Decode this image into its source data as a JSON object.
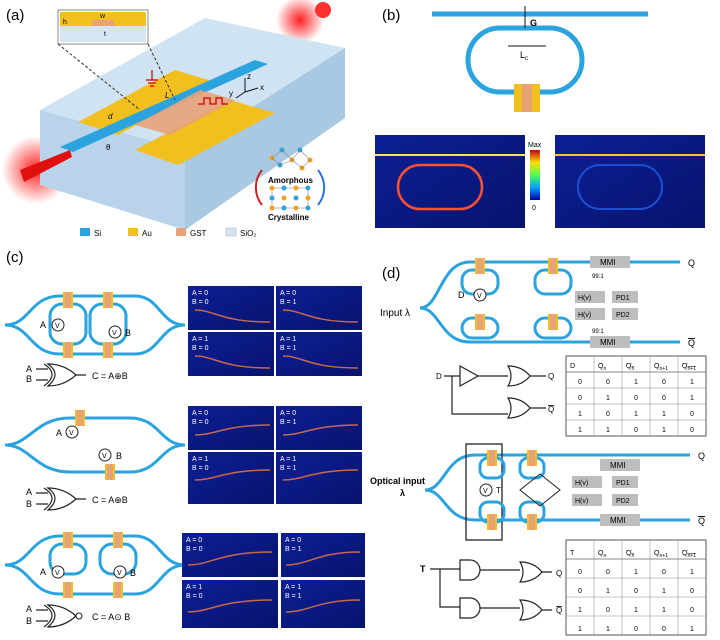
{
  "panels": {
    "a": {
      "label": "(a)",
      "dims": {
        "h": "h",
        "w": "w",
        "t": "t",
        "d": "d",
        "L": "L",
        "theta": "θ"
      },
      "axes": {
        "y": "y",
        "z": "z",
        "x": "x"
      },
      "phases": {
        "amorphous": "Amorphous",
        "crystalline": "Crystalline"
      },
      "legend": [
        {
          "name": "Si",
          "color": "#2aa3df"
        },
        {
          "name": "Au",
          "color": "#f2c01e"
        },
        {
          "name": "GST",
          "color": "#e8a27a"
        },
        {
          "name": "SiO₂",
          "color": "#d5e6f2"
        }
      ]
    },
    "b": {
      "label": "(b)",
      "gap": "G",
      "lc": "L",
      "lc_sub": "c",
      "colorbar": {
        "max": "Max",
        "min": "0"
      }
    },
    "c": {
      "label": "(c)",
      "rows": [
        {
          "a": "A",
          "b": "B",
          "v": "V",
          "eq": "C = A⊕B",
          "sims": [
            [
              "A = 0",
              "B = 0"
            ],
            [
              "A = 0",
              "B = 1"
            ],
            [
              "A = 1",
              "B = 0"
            ],
            [
              "A = 1",
              "B = 1"
            ]
          ]
        },
        {
          "a": "A",
          "b": "B",
          "v": "V",
          "eq": "C = A⊕B",
          "sims": [
            [
              "A = 0",
              "B = 0"
            ],
            [
              "A = 0",
              "B = 1"
            ],
            [
              "A = 1",
              "B = 0"
            ],
            [
              "A = 1",
              "B = 1"
            ]
          ]
        },
        {
          "a": "A",
          "b": "B",
          "v": "V",
          "eq": "C = A⊙ B",
          "sims": [
            [
              "A = 0",
              "B = 0"
            ],
            [
              "A = 0",
              "B = 1"
            ],
            [
              "A = 1",
              "B = 0"
            ],
            [
              "A = 1",
              "B = 1"
            ]
          ]
        }
      ]
    },
    "d": {
      "label": "(d)",
      "dff": {
        "input": "Input λ",
        "d": "D",
        "v": "V",
        "mmi": "MMI",
        "ratio": "99:1",
        "hv": "H(v)",
        "pd1": "PD1",
        "pd2": "PD2",
        "q": "Q",
        "qbar": "Q"
      },
      "dff_logic": {
        "d": "D",
        "q": "Q",
        "qbar": "Q"
      },
      "dff_table": {
        "headers": [
          "D",
          "Q",
          "Q",
          "Q",
          "Q"
        ],
        "subs": [
          "",
          "n",
          "n",
          "n+1",
          "n+1"
        ],
        "bars": [
          false,
          false,
          true,
          false,
          true
        ],
        "rows": [
          [
            "0",
            "0",
            "1",
            "0",
            "1"
          ],
          [
            "0",
            "1",
            "0",
            "0",
            "1"
          ],
          [
            "1",
            "0",
            "1",
            "1",
            "0"
          ],
          [
            "1",
            "1",
            "0",
            "1",
            "0"
          ]
        ]
      },
      "tff": {
        "input": "Optical input",
        "lambda": "λ",
        "t": "T",
        "v": "V",
        "mmi": "MMI",
        "hv": "H(v)",
        "pd1": "PD1",
        "pd2": "PD2",
        "q": "Q",
        "qbar": "Q"
      },
      "tff_logic": {
        "t": "T",
        "q": "Q",
        "qbar": "Q"
      },
      "tff_table": {
        "headers": [
          "T",
          "Q",
          "Q",
          "Q",
          "Q"
        ],
        "subs": [
          "",
          "n",
          "n",
          "n+1",
          "n+1"
        ],
        "bars": [
          false,
          false,
          true,
          false,
          true
        ],
        "rows": [
          [
            "0",
            "0",
            "1",
            "0",
            "1"
          ],
          [
            "0",
            "1",
            "0",
            "1",
            "0"
          ],
          [
            "1",
            "0",
            "1",
            "1",
            "0"
          ],
          [
            "1",
            "1",
            "0",
            "0",
            "1"
          ]
        ]
      }
    }
  },
  "colors": {
    "waveguide": "#2aa3df",
    "gold": "#f2c01e",
    "gst": "#e8a27a",
    "sim_bg": "#0c1a8a",
    "gray_box": "#bdbdbd"
  }
}
